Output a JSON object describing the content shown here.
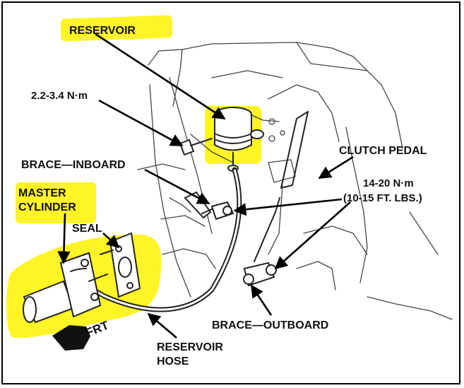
{
  "labels": {
    "reservoir": "RESERVOIR",
    "torque_small": "2.2-3.4 N·m",
    "brace_inboard": "BRACE—INBOARD",
    "clutch_pedal": "CLUTCH PEDAL",
    "master_line1": "MASTER",
    "master_line2": "CYLINDER",
    "seal": "SEAL",
    "torque_large_line1": "14-20 N·m",
    "torque_large_line2": "(10-15 FT. LBS.)",
    "brace_outboard": "BRACE—OUTBOARD",
    "reservoir_hose_line1": "RESERVOIR",
    "reservoir_hose_line2": "HOSE",
    "frt": "FRT"
  },
  "colors": {
    "highlight": "#fff200",
    "ink": "#222222",
    "frame": "#000000"
  }
}
